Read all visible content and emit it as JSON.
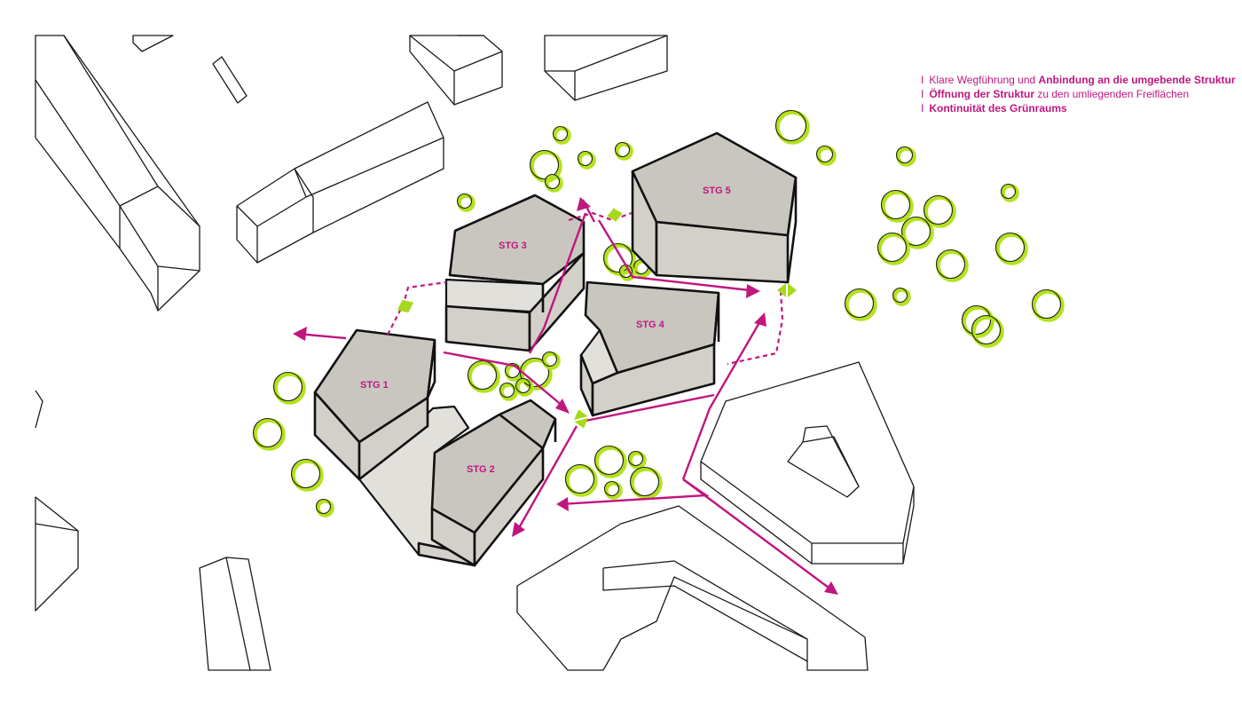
{
  "legend": {
    "items": [
      {
        "bar": "I",
        "pre": "Klare Wegführung und ",
        "bold": "Anbindung an die umgebende Struktur",
        "post": ""
      },
      {
        "bar": "I",
        "pre": "",
        "bold": "Öffnung der Struktur",
        "post": " zu den umliegenden Freiflächen"
      },
      {
        "bar": "I",
        "pre": "",
        "bold": "Kontinuität des Grünraums",
        "post": ""
      }
    ]
  },
  "buildings": {
    "stg1": "STG 1",
    "stg2": "STG 2",
    "stg3": "STG 3",
    "stg4": "STG 4",
    "stg5": "STG 5"
  },
  "colors": {
    "accent_magenta": "#c0167f",
    "tree_green": "#b3e21a",
    "building_fill": "#c9c6bf"
  }
}
